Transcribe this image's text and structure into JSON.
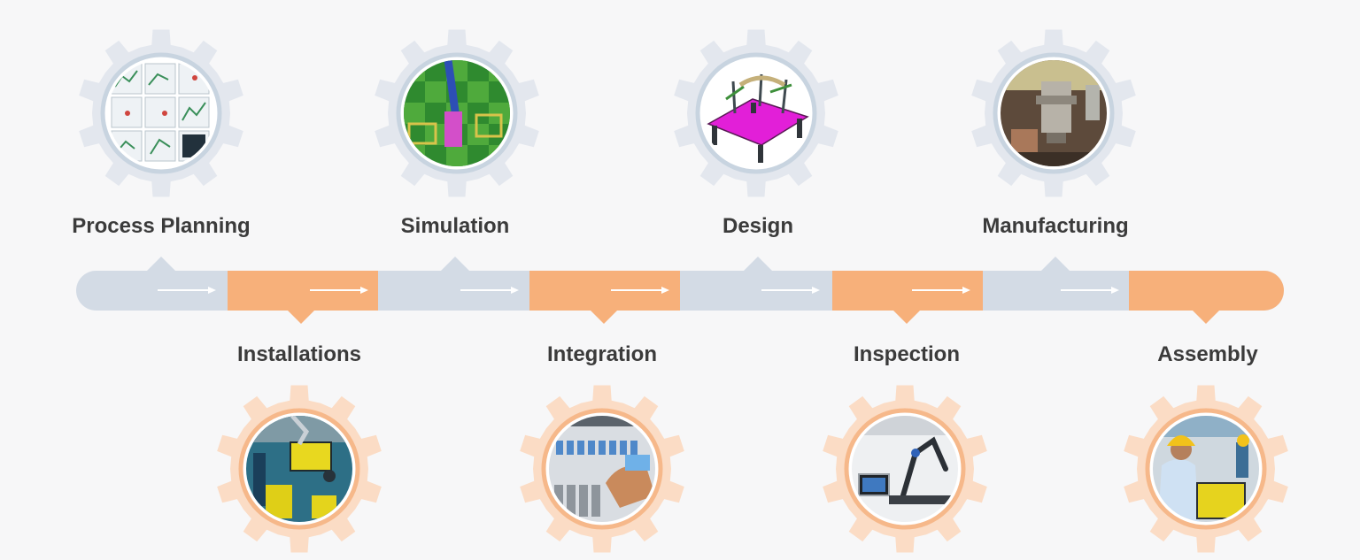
{
  "colors": {
    "background": "#f7f7f8",
    "track_gray": "#d3dbe5",
    "track_orange": "#f7b07a",
    "gear_gray": "#e3e7ee",
    "gear_orange": "#fbdcc5",
    "ring_gray": "#c8d4e0",
    "ring_orange": "#f6b88a",
    "arrow": "#ffffff",
    "label": "#3b3b3b"
  },
  "stages": [
    {
      "id": "process-planning",
      "label": "Process Planning",
      "position": "top",
      "tone": "gray",
      "icon": "document-pages-icon"
    },
    {
      "id": "installations",
      "label": "Installations",
      "position": "bottom",
      "tone": "orange",
      "icon": "robotic-cell-icon"
    },
    {
      "id": "simulation",
      "label": "Simulation",
      "position": "top",
      "tone": "gray",
      "icon": "robot-simulation-icon"
    },
    {
      "id": "integration",
      "label": "Integration",
      "position": "bottom",
      "tone": "orange",
      "icon": "control-panel-icon"
    },
    {
      "id": "design",
      "label": "Design",
      "position": "top",
      "tone": "gray",
      "icon": "fixture-cad-icon"
    },
    {
      "id": "inspection",
      "label": "Inspection",
      "position": "bottom",
      "tone": "orange",
      "icon": "measuring-arm-icon"
    },
    {
      "id": "manufacturing",
      "label": "Manufacturing",
      "position": "top",
      "tone": "gray",
      "icon": "milling-machine-icon"
    },
    {
      "id": "assembly",
      "label": "Assembly",
      "position": "bottom",
      "tone": "orange",
      "icon": "assembly-worker-icon"
    }
  ]
}
